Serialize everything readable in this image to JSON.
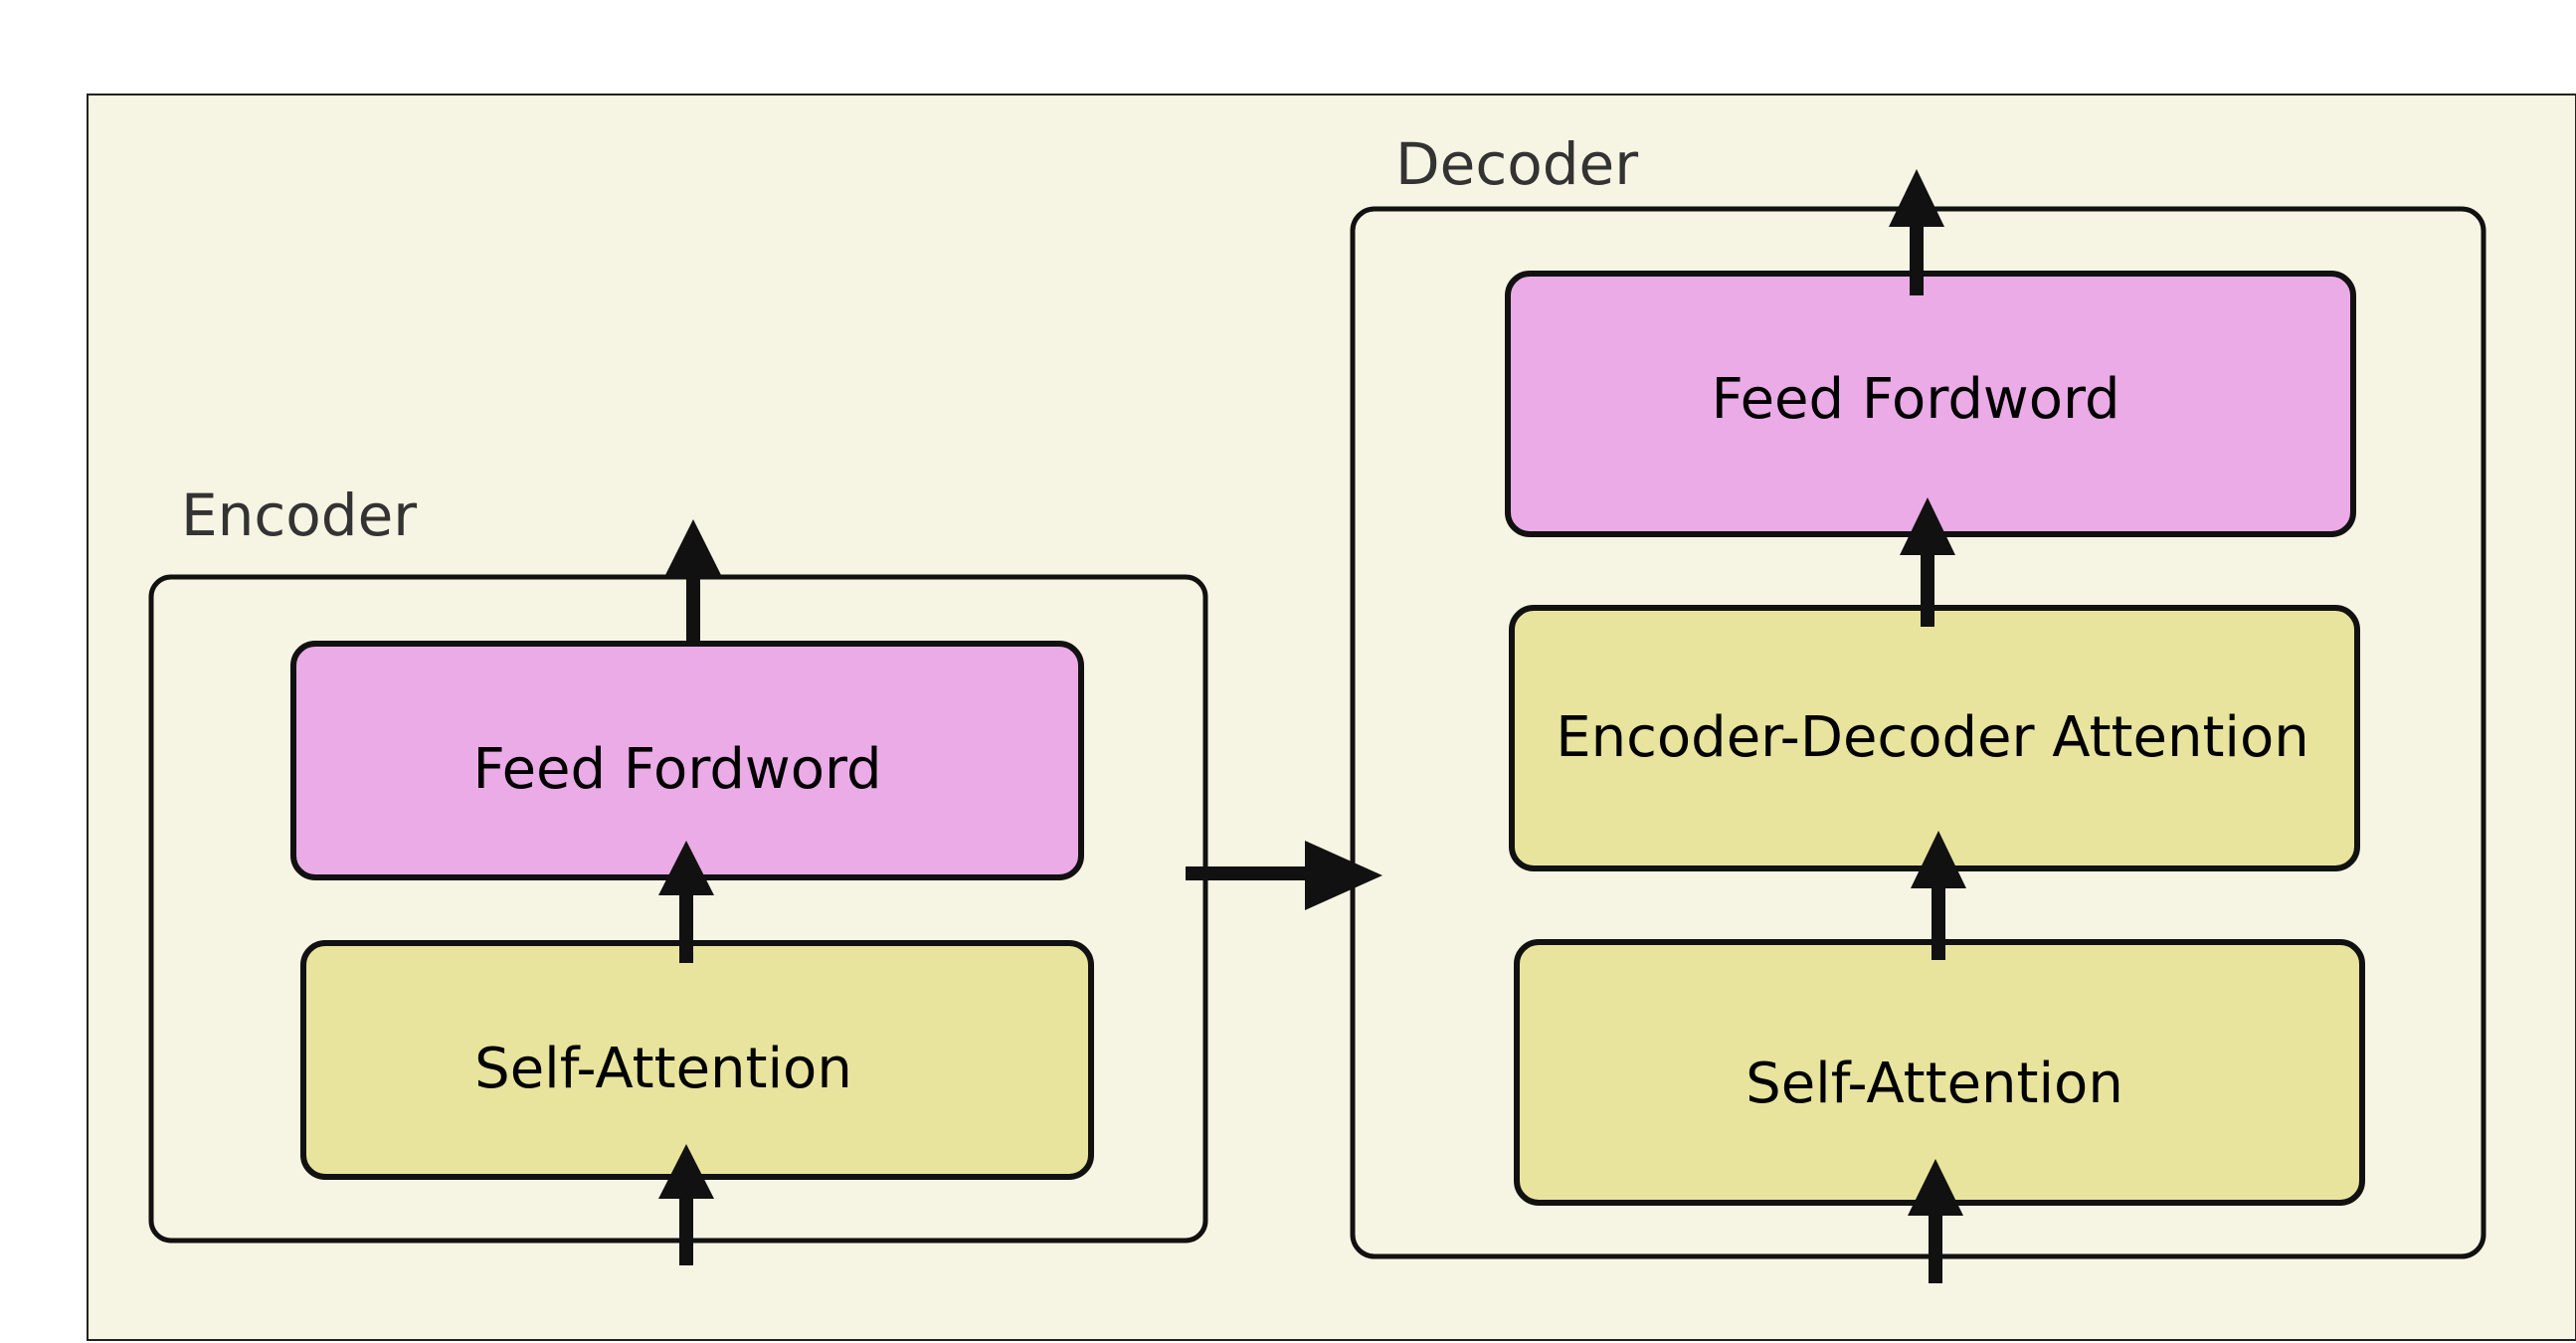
{
  "colors": {
    "background_panel": "#f6f5e4",
    "panel_border": "#222222",
    "feed_forward_fill": "#eaabe6",
    "attention_fill": "#e8e49d",
    "stroke": "#111111"
  },
  "encoder": {
    "label": "Encoder",
    "blocks": {
      "feed_forward": "Feed Fordword",
      "self_attention": "Self-Attention"
    }
  },
  "decoder": {
    "label": "Decoder",
    "blocks": {
      "feed_forward": "Feed Fordword",
      "encoder_decoder_attention": "Encoder-Decoder Attention",
      "self_attention": "Self-Attention"
    }
  }
}
